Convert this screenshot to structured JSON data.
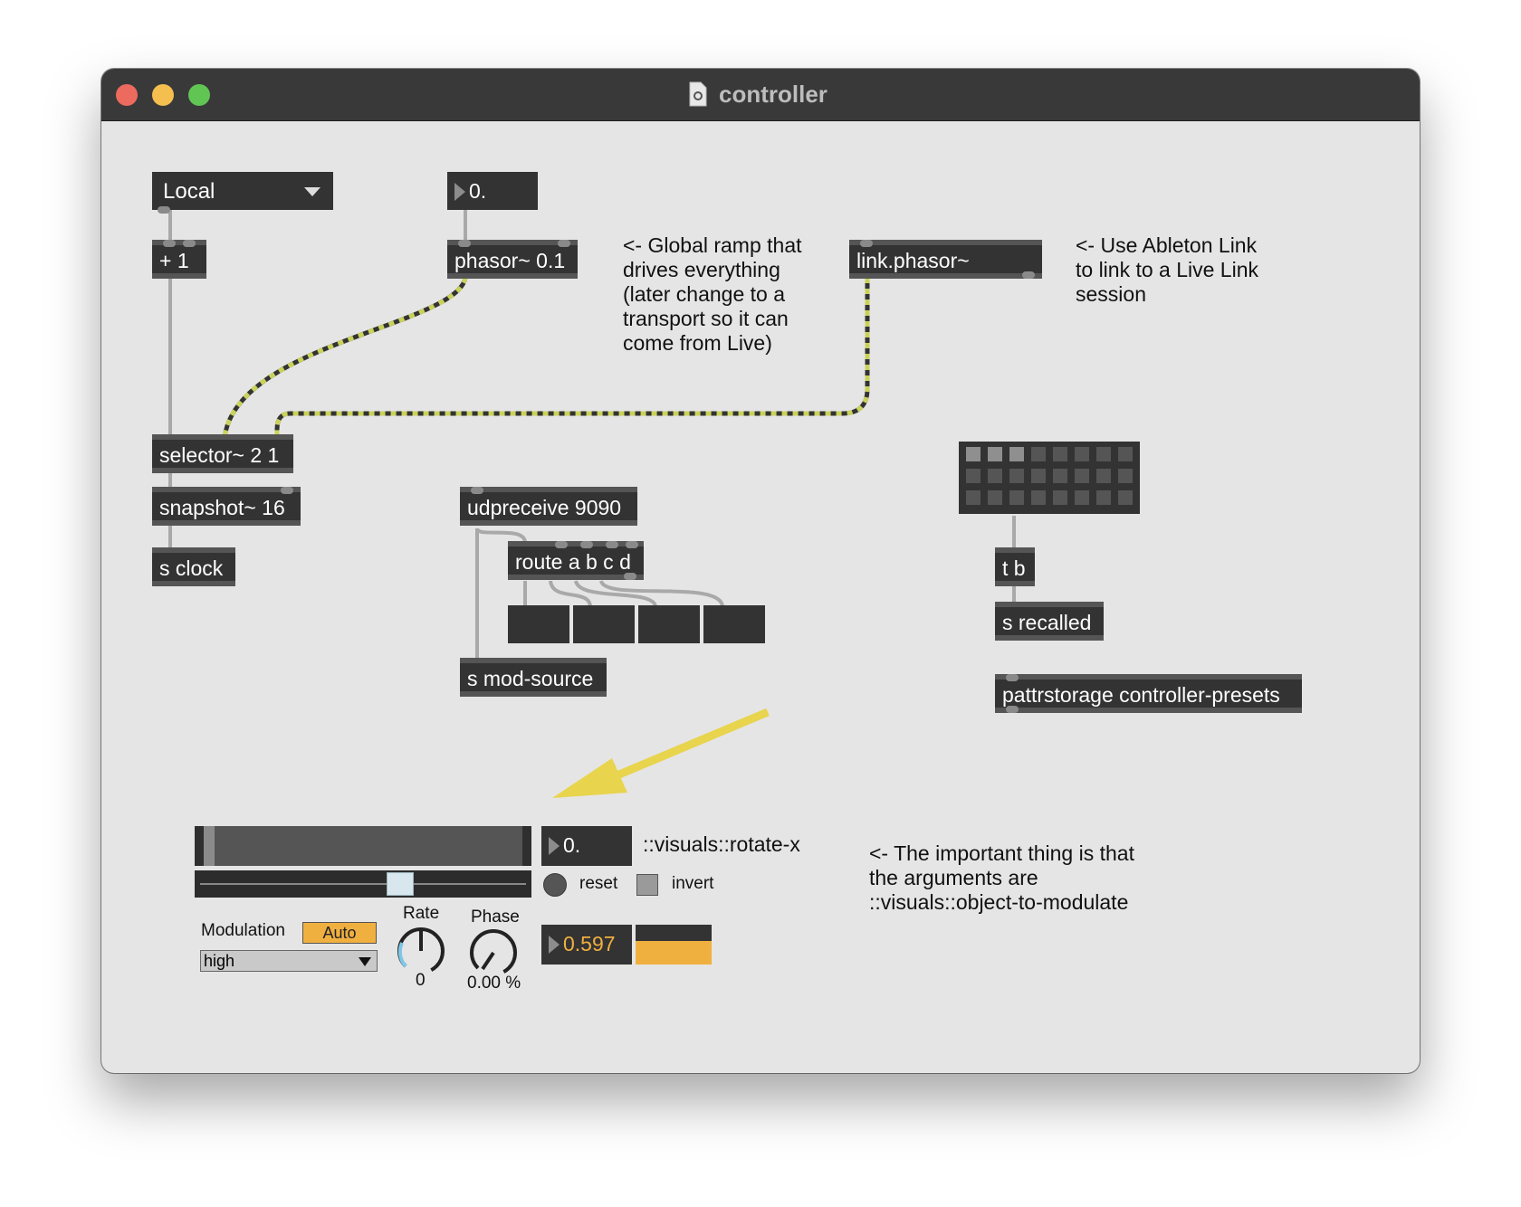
{
  "window": {
    "title": "controller"
  },
  "objects": {
    "umenu_local": "Local",
    "plus_one": "+ 1",
    "float_phasor": "0.",
    "phasor": "phasor~ 0.1",
    "link_phasor": "link.phasor~",
    "selector": "selector~ 2 1",
    "snapshot": "snapshot~ 16",
    "s_clock": "s clock",
    "udpreceive": "udpreceive 9090",
    "route": "route a b c d",
    "s_mod_source": "s mod-source",
    "tb": "t b",
    "s_recalled": "s recalled",
    "pattrstorage": "pattrstorage controller-presets"
  },
  "comments": {
    "global_ramp": "<- Global ramp that\ndrives everything\n(later change to a\ntransport so it can\ncome from Live)",
    "ableton_link": "<- Use Ableton Link\nto link to a Live Link\nsession",
    "important": "<- The important thing is that\nthe arguments are\n::visuals::object-to-modulate"
  },
  "modulator": {
    "value": "0.",
    "param_name": "::visuals::rotate-x",
    "reset_label": "reset",
    "invert_label": "invert",
    "modulation_label": "Modulation",
    "auto_label": "Auto",
    "mode_selected": "high",
    "rate_label": "Rate",
    "rate_value": "0",
    "phase_label": "Phase",
    "phase_value": "0.00 %",
    "output_value": "0.597",
    "slider_position": 0.62
  },
  "colors": {
    "patch_cord_signal": "#c9d25a",
    "accent_orange": "#f0b040",
    "arrow_yellow": "#e8d44d",
    "object_bg": "#333333"
  }
}
